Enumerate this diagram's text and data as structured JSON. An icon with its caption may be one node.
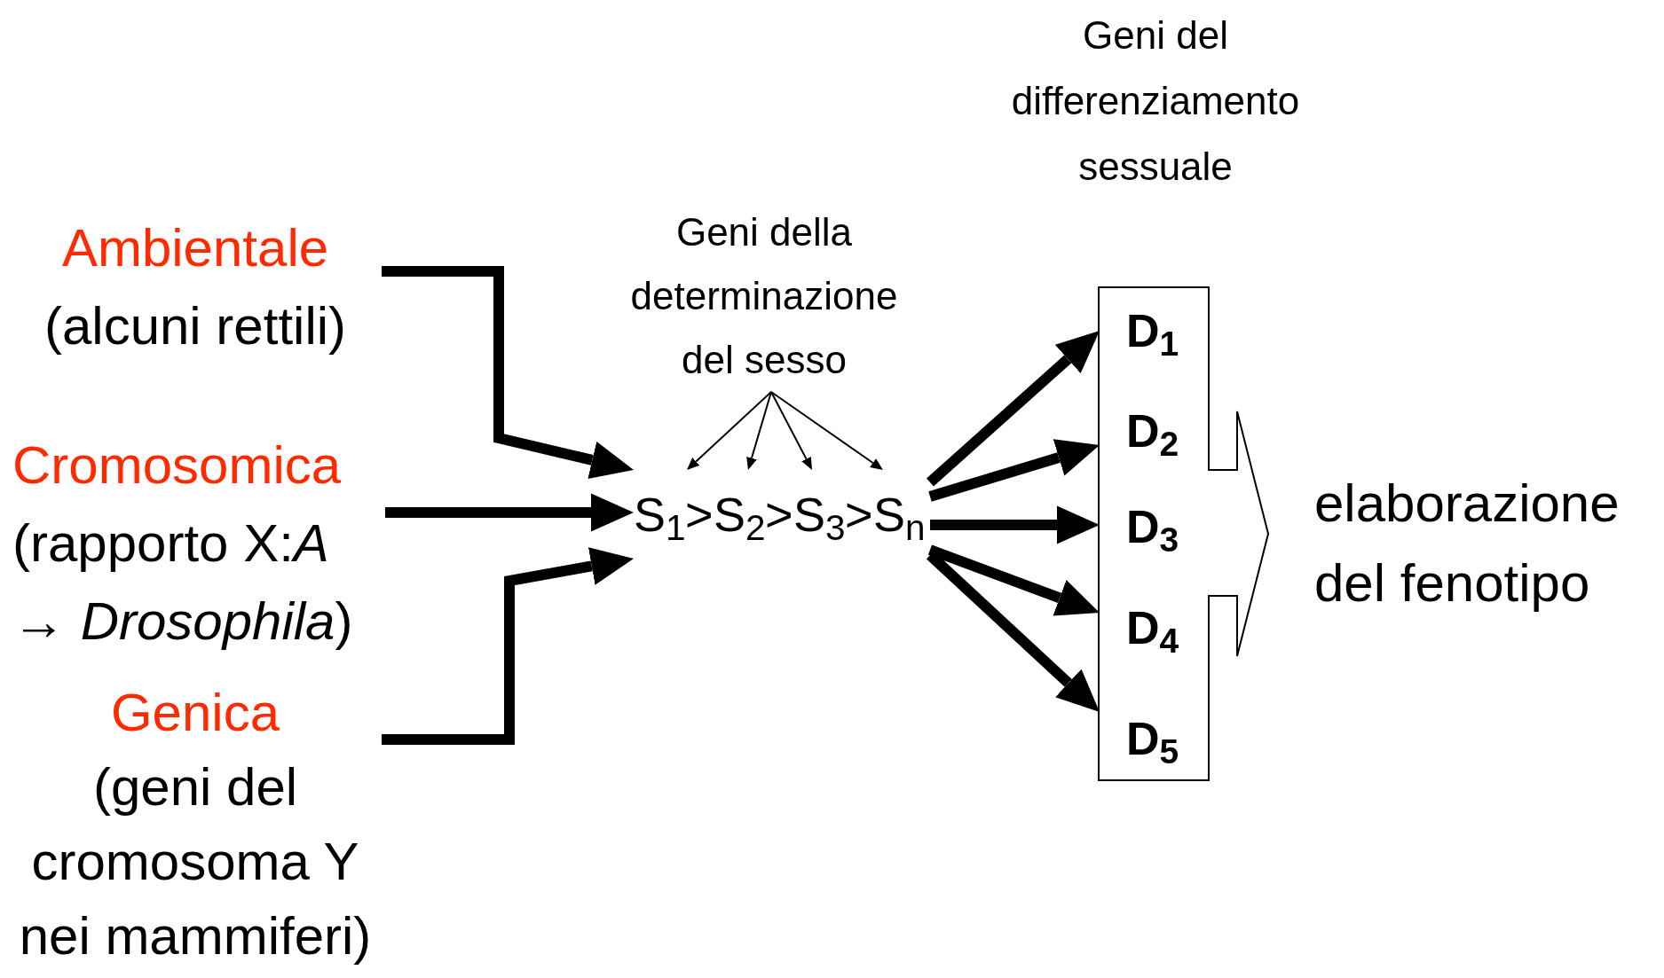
{
  "diagram": {
    "nodes": [
      {
        "text": [
          "Ambientale",
          "(alcuni rettili)"
        ]
      },
      {
        "text": [
          "Cromosomica",
          "(rapporto X:*A* → *Drosophila*)"
        ]
      },
      {
        "text": [
          "Genica",
          "(geni del cromosoma Y nei mammiferi)"
        ]
      },
      {
        "text": [
          "Geni della determinazione del sesso"
        ]
      },
      {
        "text": [
          "S$_{1}$"
        ]
      },
      {
        "text": [
          "S$_{2}$"
        ]
      },
      {
        "text": [
          "S$_{3}$"
        ]
      },
      {
        "text": [
          "S$_{n}$"
        ]
      },
      {
        "text": [
          "Geni del differenziamento sessuale"
        ]
      },
      {
        "text": [
          "D$_{1}$"
        ],
        "in": 8
      },
      {
        "text": [
          "D$_{2}$"
        ],
        "in": 8
      },
      {
        "text": [
          "D$_{3}$"
        ],
        "in": 8
      },
      {
        "text": [
          "D$_{4}$"
        ],
        "in": 8
      },
      {
        "text": [
          "D$_{5}$"
        ],
        "in": 8
      },
      {
        "text": [
          "elaborazione del fenotipo"
        ]
      }
    ],
    "edges": [
      {
        "from": 0,
        "to": 4,
        "arrow": "to"
      },
      {
        "from": 1,
        "to": 4,
        "arrow": "to"
      },
      {
        "from": 2,
        "to": 4,
        "arrow": "to"
      },
      {
        "from": 3,
        "to": 4,
        "arrow": "to"
      },
      {
        "from": 3,
        "to": 5,
        "arrow": "to"
      },
      {
        "from": 3,
        "to": 6,
        "arrow": "to"
      },
      {
        "from": 3,
        "to": 7,
        "arrow": "to"
      },
      {
        "from": 7,
        "to": 9,
        "arrow": "to"
      },
      {
        "from": 7,
        "to": 10,
        "arrow": "to"
      },
      {
        "from": 7,
        "to": 11,
        "arrow": "to"
      },
      {
        "from": 7,
        "to": 12,
        "arrow": "to"
      },
      {
        "from": 7,
        "to": 13,
        "arrow": "to"
      },
      {
        "from": 8,
        "to": 14,
        "arrow": "to"
      }
    ],
    "labels": [
      ">",
      ">",
      ">"
    ]
  }
}
